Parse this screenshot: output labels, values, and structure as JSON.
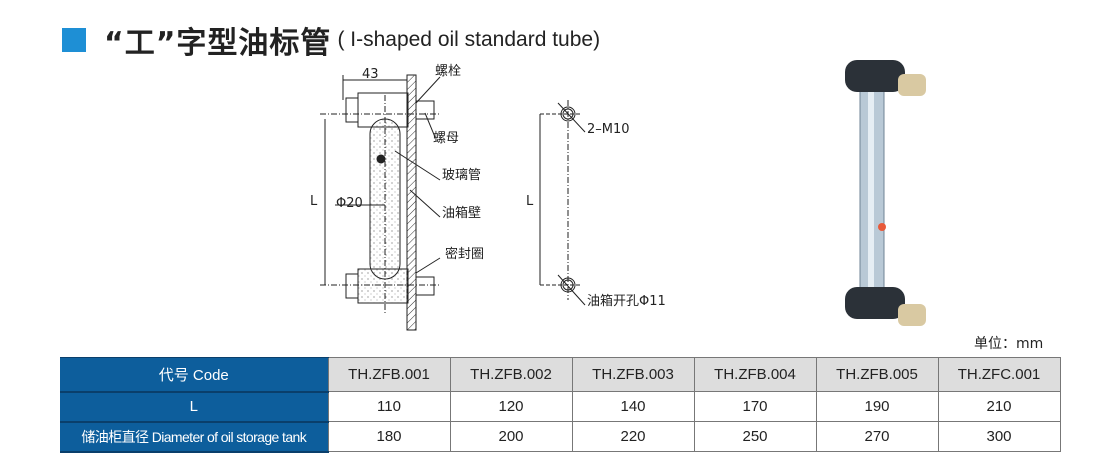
{
  "title": {
    "cn": "“工”字型油标管",
    "en": "( I-shaped oil standard tube)"
  },
  "diagram": {
    "dim_width": "43",
    "bolt": "螺栓",
    "nut": "螺母",
    "glass_tube": "玻璃管",
    "tank_wall": "油箱壁",
    "diameter": "Φ20",
    "seal_ring": "密封圈",
    "length_label": "L",
    "holes": "2–M10",
    "tank_hole": "油箱开孔Φ11"
  },
  "unit": "单位：mm",
  "table": {
    "row_headers": [
      "代号 Code",
      "L",
      "储油柜直径 Diameter of oil storage tank"
    ],
    "codes": [
      "TH.ZFB.001",
      "TH.ZFB.002",
      "TH.ZFB.003",
      "TH.ZFB.004",
      "TH.ZFB.005",
      "TH.ZFC.001"
    ],
    "L": [
      "110",
      "120",
      "140",
      "170",
      "190",
      "210"
    ],
    "diameter": [
      "180",
      "200",
      "220",
      "250",
      "270",
      "300"
    ]
  },
  "colors": {
    "accent": "#1e8fd5",
    "table_header": "#0d5e9c"
  }
}
